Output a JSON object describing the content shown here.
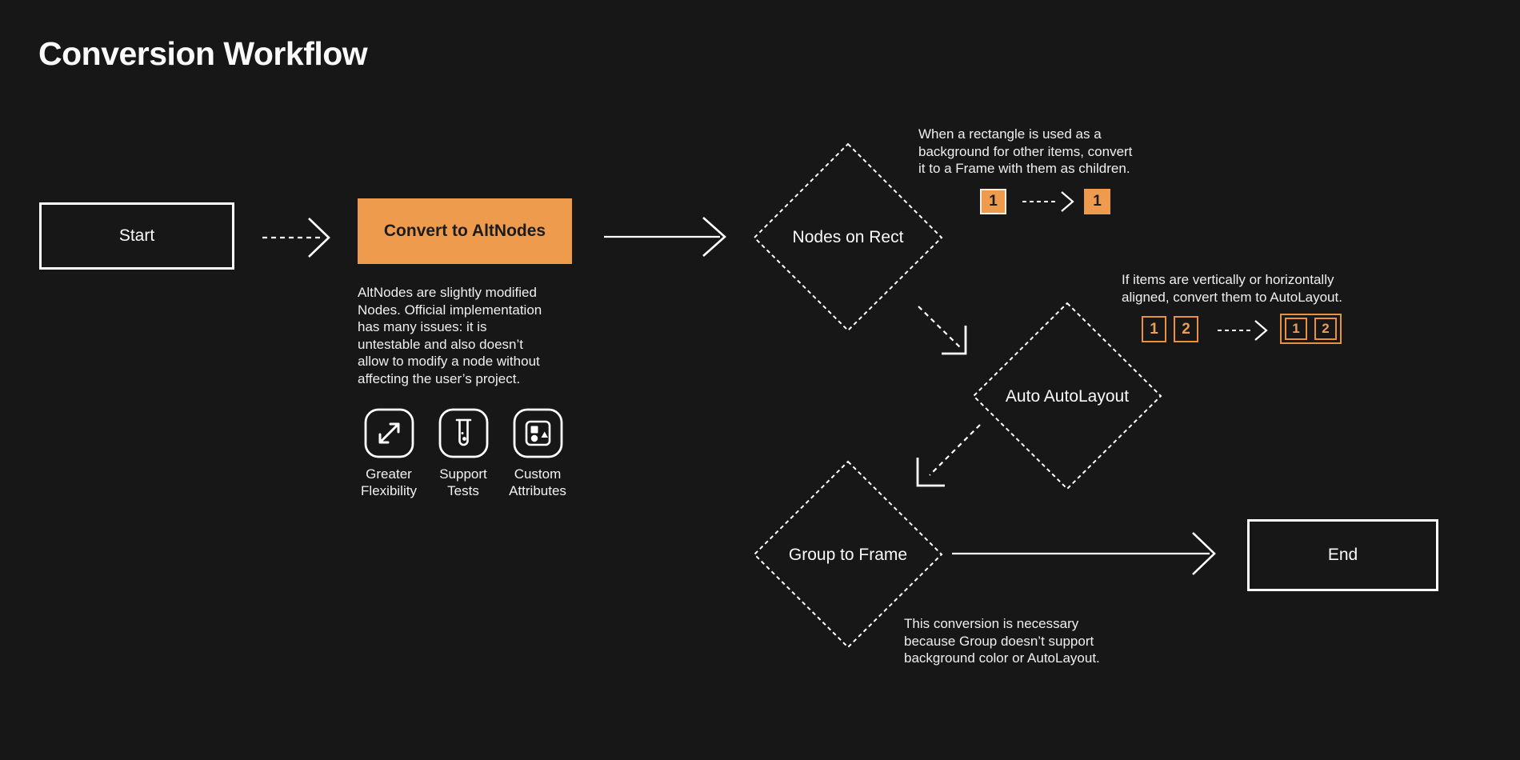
{
  "title": "Conversion Workflow",
  "colors": {
    "background": "#171717",
    "stroke_white": "#ffffff",
    "orange": "#EF9B4E",
    "orange_border": "#E8913E",
    "dark_text": "#1C1C1C"
  },
  "nodes": {
    "start": {
      "label": "Start",
      "type": "terminator"
    },
    "convert_to_altnodes": {
      "label": "Convert to AltNodes",
      "type": "process"
    },
    "nodes_on_rect": {
      "label": "Nodes on Rect",
      "type": "decision"
    },
    "auto_autolayout": {
      "label": "Auto AutoLayout",
      "type": "decision"
    },
    "group_to_frame": {
      "label": "Group to Frame",
      "type": "decision"
    },
    "end": {
      "label": "End",
      "type": "terminator"
    }
  },
  "altnodes_note": "AltNodes are slightly modified\nNodes. Official implementation\nhas many issues: it is\nuntestable and also doesn’t\nallow to modify a node without\naffecting the user’s project.",
  "features": [
    {
      "icon": "expand-arrows-icon",
      "label": "Greater\nFlexibility"
    },
    {
      "icon": "test-tube-icon",
      "label": "Support\nTests"
    },
    {
      "icon": "shapes-icon",
      "label": "Custom\nAttributes"
    }
  ],
  "rect_annotation": {
    "text": "When a rectangle is used as a\nbackground for other items, convert\nit to a Frame with them as children.",
    "before_badge": "1",
    "after_badge": "1"
  },
  "autolayout_annotation": {
    "text": "If items are vertically or horizontally\naligned, convert them to AutoLayout.",
    "before_badges": [
      "1",
      "2"
    ],
    "after_badges": [
      "1",
      "2"
    ]
  },
  "group_annotation": "This conversion is necessary\nbecause Group doesn’t support\nbackground color or AutoLayout."
}
